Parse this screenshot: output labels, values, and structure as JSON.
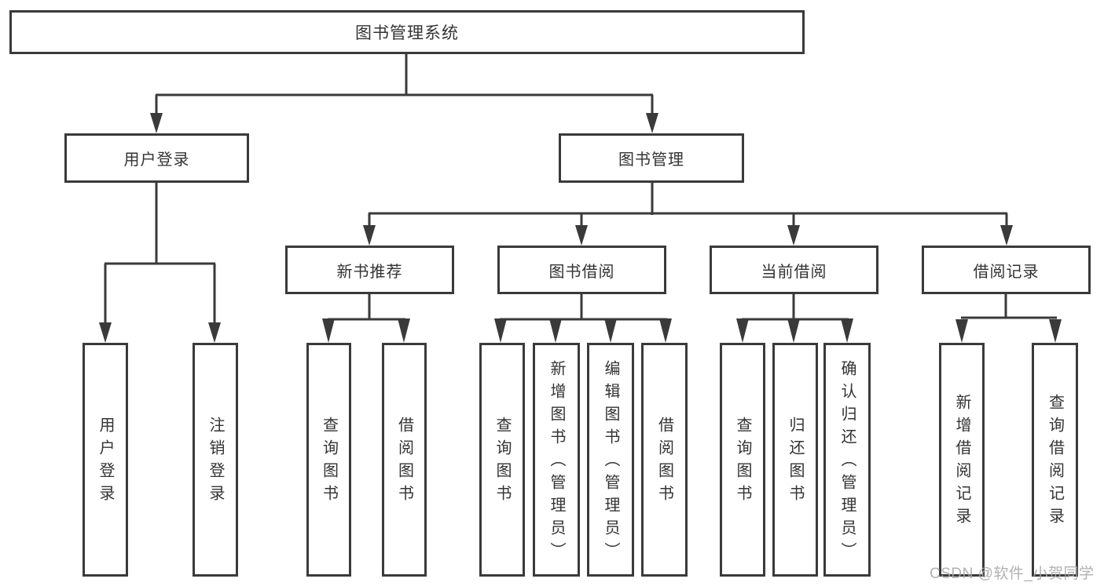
{
  "diagram_type": "function-tree",
  "colors": {
    "line": "#3a3a3a",
    "box_border": "#3a3a3a",
    "text": "#333333",
    "background": "#ffffff",
    "watermark": "#a8a8a8"
  },
  "tree": {
    "root": {
      "label": "图书管理系统"
    },
    "branches": [
      {
        "label": "用户登录",
        "children": [
          {
            "label": "用户登录"
          },
          {
            "label": "注销登录"
          }
        ]
      },
      {
        "label": "图书管理",
        "children": [
          {
            "label": "新书推荐",
            "children": [
              {
                "label": "查询图书"
              },
              {
                "label": "借阅图书"
              }
            ]
          },
          {
            "label": "图书借阅",
            "children": [
              {
                "label": "查询图书"
              },
              {
                "label": "新增图书（管理员）"
              },
              {
                "label": "编辑图书（管理员）"
              },
              {
                "label": "借阅图书"
              }
            ]
          },
          {
            "label": "当前借阅",
            "children": [
              {
                "label": "查询图书"
              },
              {
                "label": "归还图书"
              },
              {
                "label": "确认归还（管理员）"
              }
            ]
          },
          {
            "label": "借阅记录",
            "children": [
              {
                "label": "新增借阅记录"
              },
              {
                "label": "查询借阅记录"
              }
            ]
          }
        ]
      }
    ]
  },
  "watermark": {
    "text": "CSDN @软件_小贺同学"
  }
}
